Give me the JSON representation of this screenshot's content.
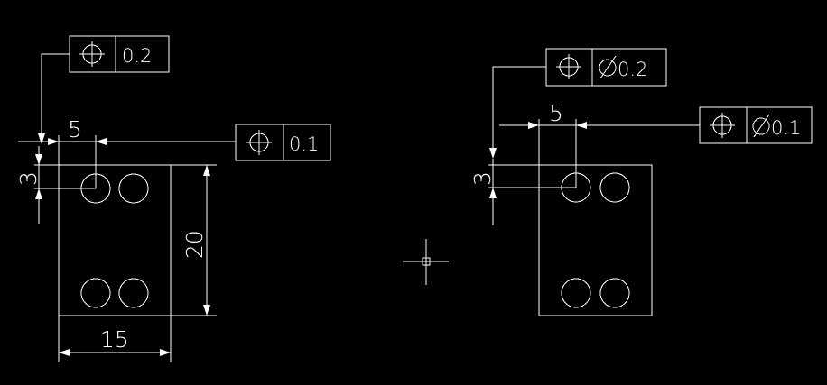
{
  "drawing": {
    "background": "#000000",
    "line_color": "#ffffff",
    "left_part": {
      "fcf_top": {
        "symbol": "position-icon",
        "tolerance": "0.2"
      },
      "fcf_mid": {
        "symbol": "position-icon",
        "tolerance": "0.1"
      },
      "dim_horizontal": "5",
      "dim_vertical": "3",
      "dim_height": "20",
      "dim_width": "15"
    },
    "right_part": {
      "fcf_top": {
        "symbol": "position-icon",
        "diameter_symbol": "diameter-icon",
        "tolerance": "0.2"
      },
      "fcf_mid": {
        "symbol": "position-icon",
        "diameter_symbol": "diameter-icon",
        "tolerance": "0.1"
      },
      "dim_horizontal": "5",
      "dim_vertical": "3"
    },
    "cursor": {
      "icon": "crosshair-cursor-icon"
    }
  }
}
